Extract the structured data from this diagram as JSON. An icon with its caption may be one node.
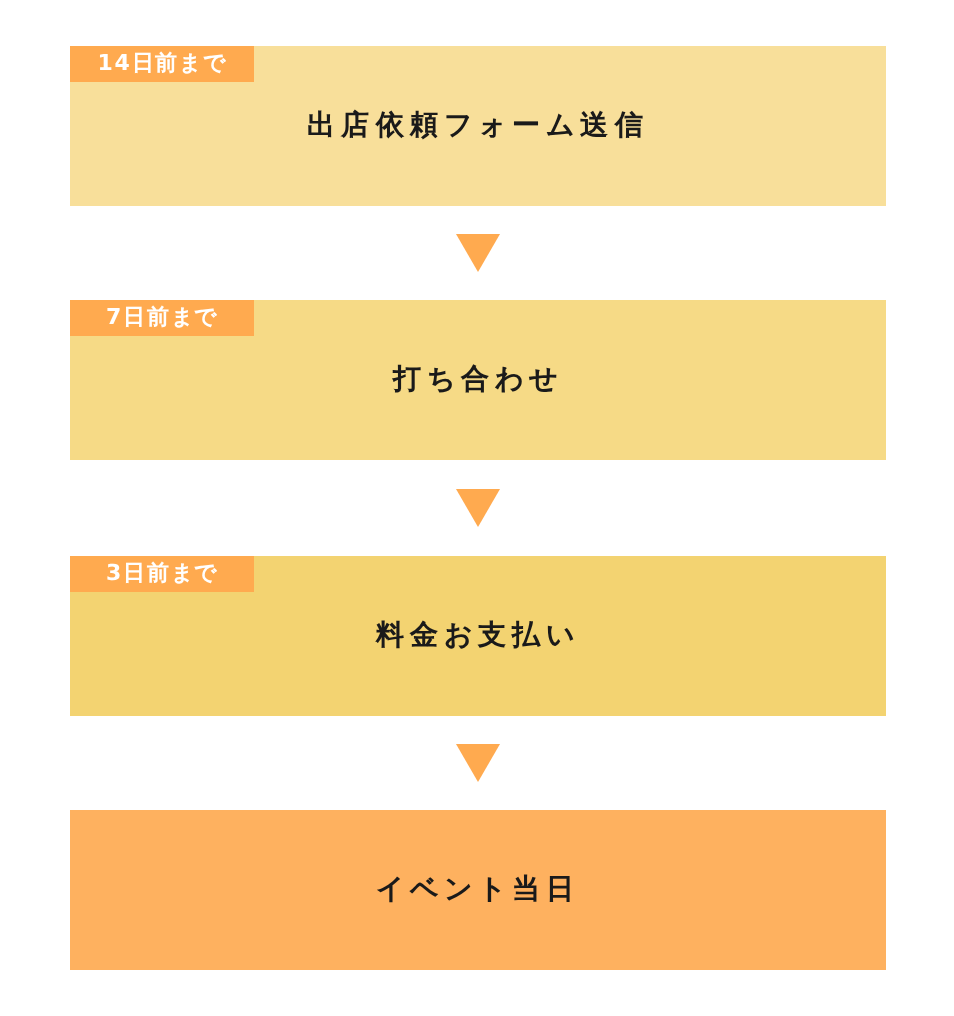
{
  "diagram": {
    "nodes": [
      {
        "text": [
          "14日前まで",
          "出店依頼フォーム送信"
        ]
      },
      {
        "text": [
          "7日前まで",
          "打ち合わせ"
        ]
      },
      {
        "text": [
          "3日前まで",
          "料金お支払い"
        ]
      },
      {
        "text": [
          "イベント当日"
        ]
      }
    ],
    "edges": [
      {
        "from": 0,
        "to": 1,
        "arrow": "to"
      },
      {
        "from": 1,
        "to": 2,
        "arrow": "to"
      },
      {
        "from": 2,
        "to": 3,
        "arrow": "to"
      }
    ]
  }
}
